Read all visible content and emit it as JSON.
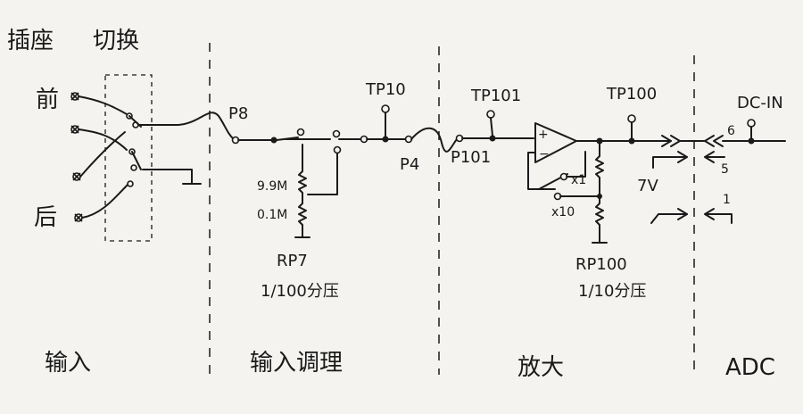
{
  "header": {
    "socket_label": "插座",
    "switch_label": "切换"
  },
  "inputs": {
    "front": "前",
    "rear": "后"
  },
  "test_points": {
    "tp10": "TP10",
    "tp101": "TP101",
    "tp100": "TP100",
    "dc_in": "DC-IN"
  },
  "connectors": {
    "p8": "P8",
    "p4": "P4",
    "p101": "P101"
  },
  "divider_rp7": {
    "r_top": "9.9M",
    "r_bottom": "0.1M",
    "name": "RP7",
    "ratio": "1/100分压"
  },
  "amplifier": {
    "plus": "+",
    "minus": "−",
    "gain_x1": "x1",
    "gain_x10": "x10"
  },
  "divider_rp100": {
    "name": "RP100",
    "ratio": "1/10分压"
  },
  "adc_pins": {
    "pin6": "6",
    "pin5": "5",
    "pin1": "1",
    "v7": "7V"
  },
  "sections": {
    "input": "输入",
    "conditioning": "输入调理",
    "amplify": "放大",
    "adc": "ADC"
  }
}
